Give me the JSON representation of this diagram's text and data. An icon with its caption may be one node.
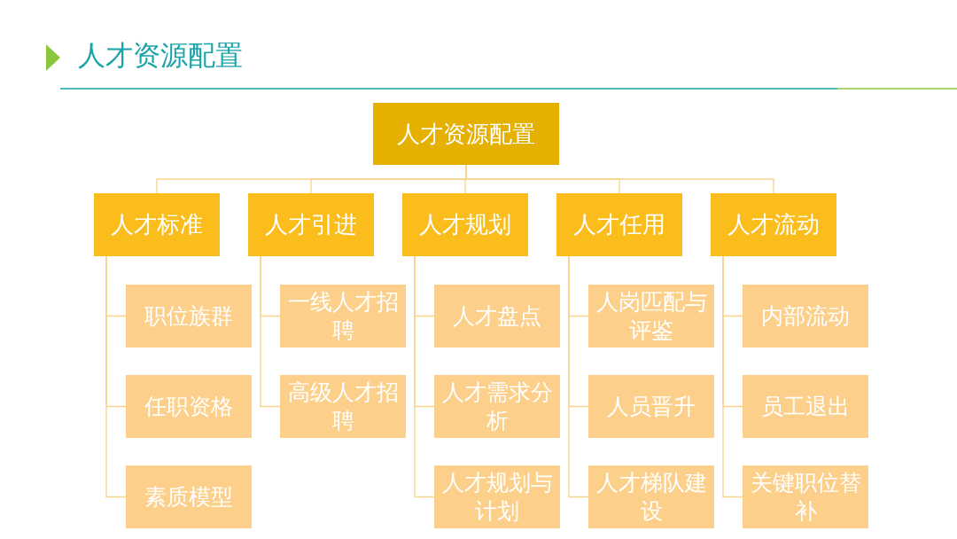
{
  "diagram": {
    "title": "人才资源配置",
    "nodes": [
      {
        "text": [
          "人才资源配置"
        ]
      },
      {
        "text": [
          "人才标准"
        ]
      },
      {
        "text": [
          "人才引进"
        ]
      },
      {
        "text": [
          "人才规划"
        ]
      },
      {
        "text": [
          "人才任用"
        ]
      },
      {
        "text": [
          "人才流动"
        ]
      },
      {
        "text": [
          "职位族群"
        ]
      },
      {
        "text": [
          "任职资格"
        ]
      },
      {
        "text": [
          "素质模型"
        ]
      },
      {
        "text": [
          "一线人才招聘"
        ]
      },
      {
        "text": [
          "高级人才招聘"
        ]
      },
      {
        "text": [
          "人才盘点"
        ]
      },
      {
        "text": [
          "人才需求分析"
        ]
      },
      {
        "text": [
          "人才规划与计划"
        ]
      },
      {
        "text": [
          "人岗匹配与评鉴"
        ]
      },
      {
        "text": [
          "人员晋升"
        ]
      },
      {
        "text": [
          "人才梯队建设"
        ]
      },
      {
        "text": [
          "内部流动"
        ]
      },
      {
        "text": [
          "员工退出"
        ]
      },
      {
        "text": [
          "关键职位替补"
        ]
      }
    ],
    "edges": [
      {
        "from": 0,
        "to": 1,
        "arrow": "none"
      },
      {
        "from": 0,
        "to": 2,
        "arrow": "none"
      },
      {
        "from": 0,
        "to": 3,
        "arrow": "none"
      },
      {
        "from": 0,
        "to": 4,
        "arrow": "none"
      },
      {
        "from": 0,
        "to": 5,
        "arrow": "none"
      },
      {
        "from": 1,
        "to": 6,
        "arrow": "none"
      },
      {
        "from": 1,
        "to": 7,
        "arrow": "none"
      },
      {
        "from": 1,
        "to": 8,
        "arrow": "none"
      },
      {
        "from": 2,
        "to": 9,
        "arrow": "none"
      },
      {
        "from": 2,
        "to": 10,
        "arrow": "none"
      },
      {
        "from": 3,
        "to": 11,
        "arrow": "none"
      },
      {
        "from": 3,
        "to": 12,
        "arrow": "none"
      },
      {
        "from": 3,
        "to": 13,
        "arrow": "none"
      },
      {
        "from": 4,
        "to": 14,
        "arrow": "none"
      },
      {
        "from": 4,
        "to": 15,
        "arrow": "none"
      },
      {
        "from": 4,
        "to": 16,
        "arrow": "none"
      },
      {
        "from": 5,
        "to": 17,
        "arrow": "none"
      },
      {
        "from": 5,
        "to": 18,
        "arrow": "none"
      },
      {
        "from": 5,
        "to": 19,
        "arrow": "none"
      }
    ]
  }
}
